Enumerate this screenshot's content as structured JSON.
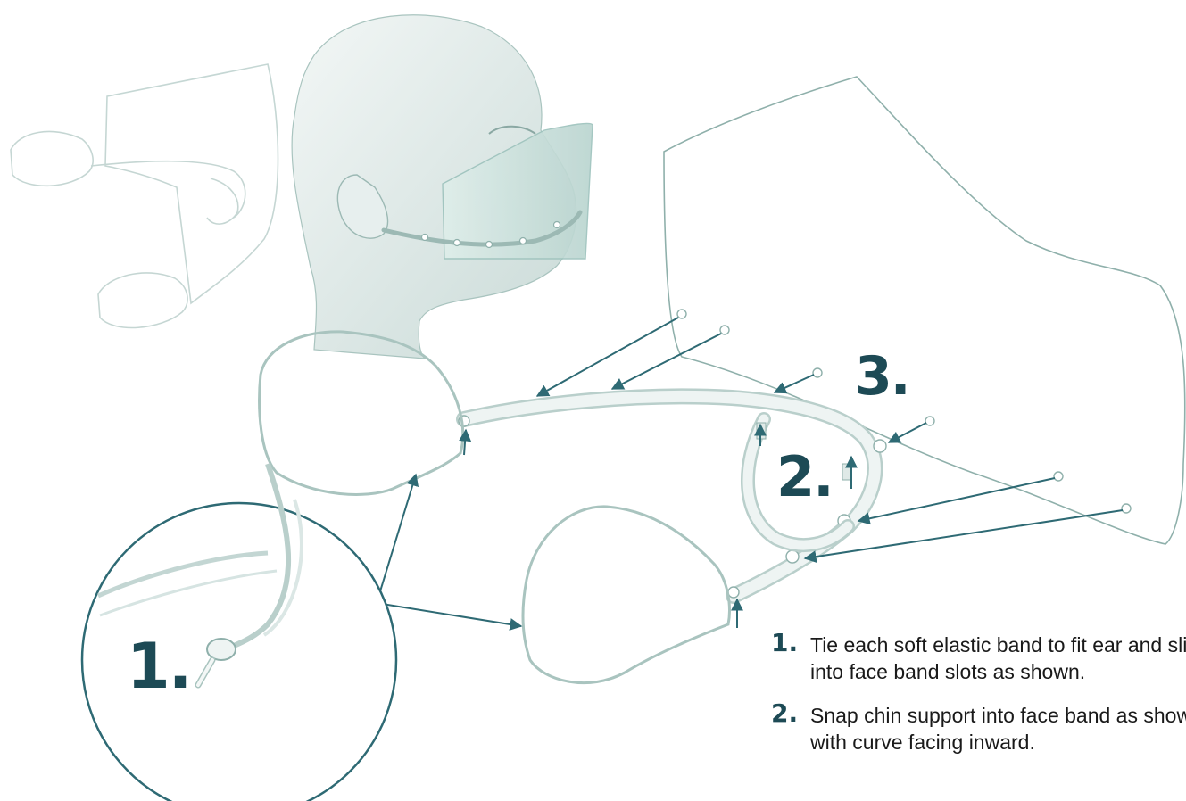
{
  "callouts": {
    "step1": "1.",
    "step2": "2.",
    "step3": "3."
  },
  "instructions": [
    {
      "number": "1.",
      "text": "Tie each soft elastic band to fit ear and slip into face band slots as shown."
    },
    {
      "number": "2.",
      "text": "Snap chin support into face band as shown with curve facing inward."
    }
  ],
  "colors": {
    "outline": "#9cb9b4",
    "accent": "#1d4a55",
    "arrow": "#2e6a74"
  }
}
